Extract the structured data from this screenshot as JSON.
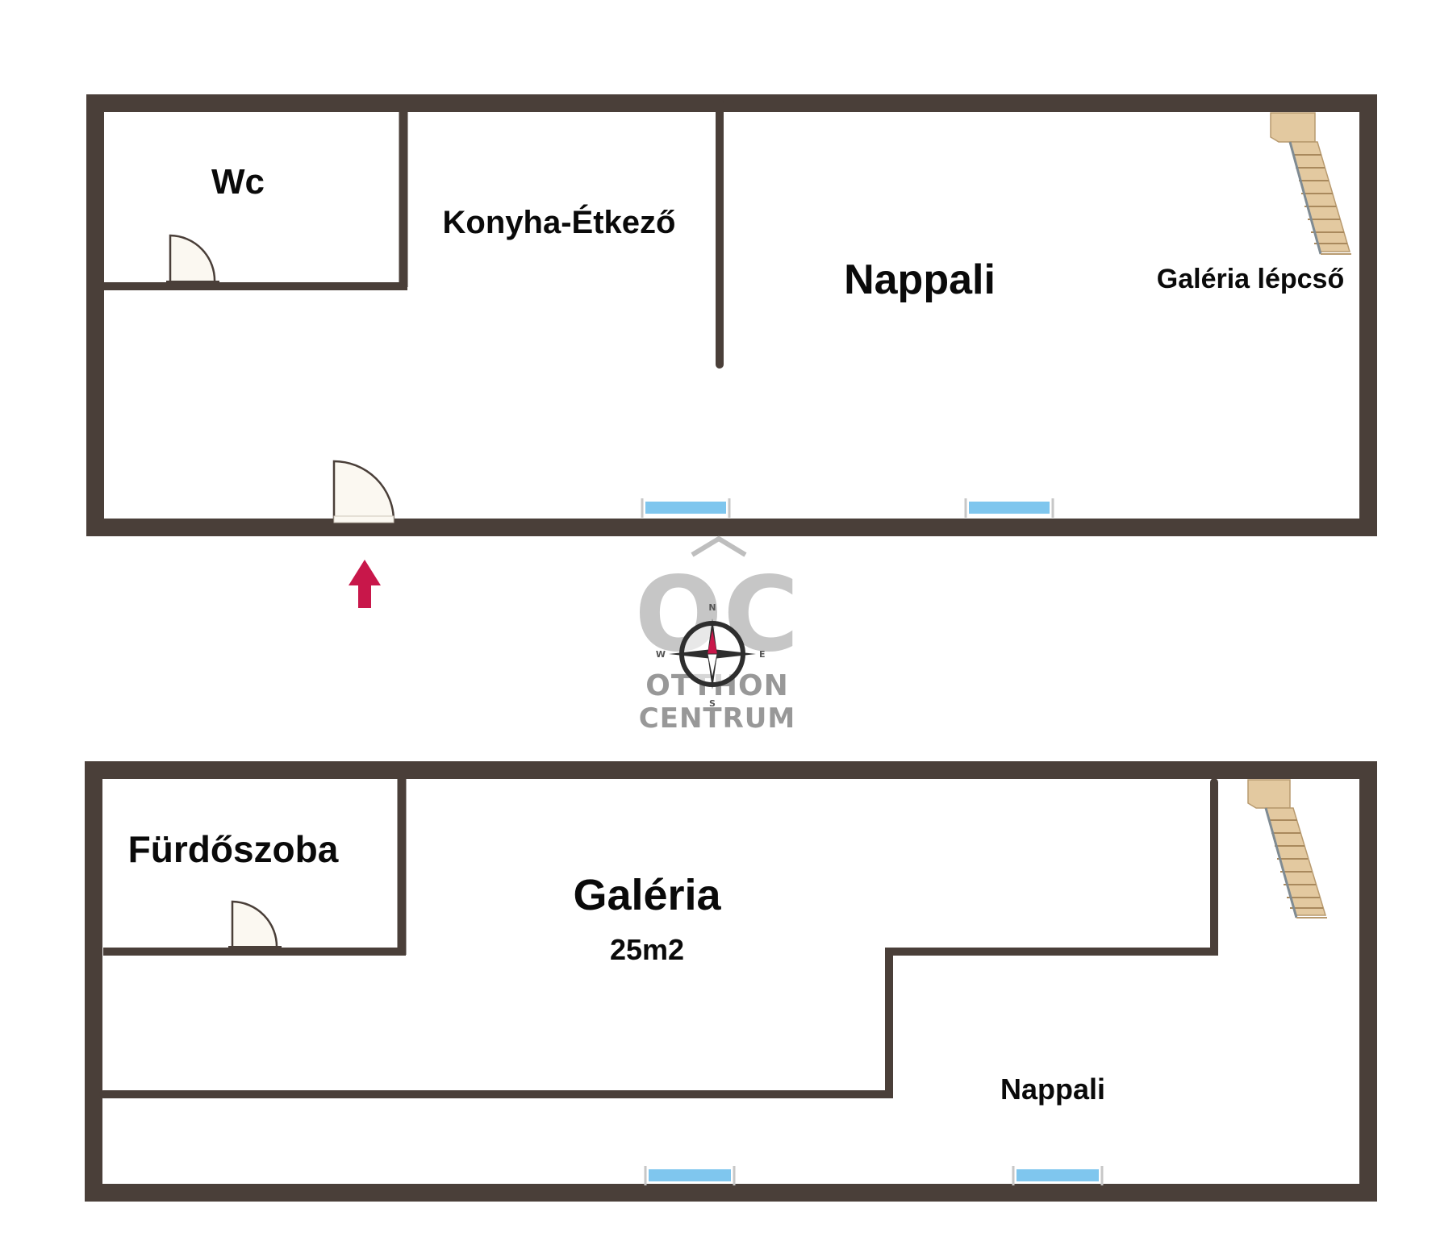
{
  "colors": {
    "wall": "#4a3f39",
    "window": "#7fc6ee",
    "door_fill": "#fbf8f1",
    "arrow": "#c8174a",
    "watermark": "#8d8d8d",
    "stair": "#e3c9a0"
  },
  "ground_floor": {
    "rooms": {
      "wc": "Wc",
      "kitchen_dining": "Konyha-Étkező",
      "living_room": "Nappali",
      "stairs": "Galéria lépcső"
    }
  },
  "upper_floor": {
    "rooms": {
      "bathroom": "Fürdőszoba",
      "gallery": "Galéria",
      "gallery_area": "25m2",
      "living_room": "Nappali"
    }
  },
  "watermark": {
    "monogram": "OC",
    "line1": "OTTHON",
    "line2": "CENTRUM"
  },
  "compass": {
    "north": "N",
    "south": "S",
    "east": "E",
    "west": "W"
  },
  "icons": {
    "entrance": "entrance-arrow-icon",
    "compass": "compass-rose-icon",
    "stairs": "staircase-icon",
    "door": "door-swing-icon",
    "window": "window-icon"
  }
}
